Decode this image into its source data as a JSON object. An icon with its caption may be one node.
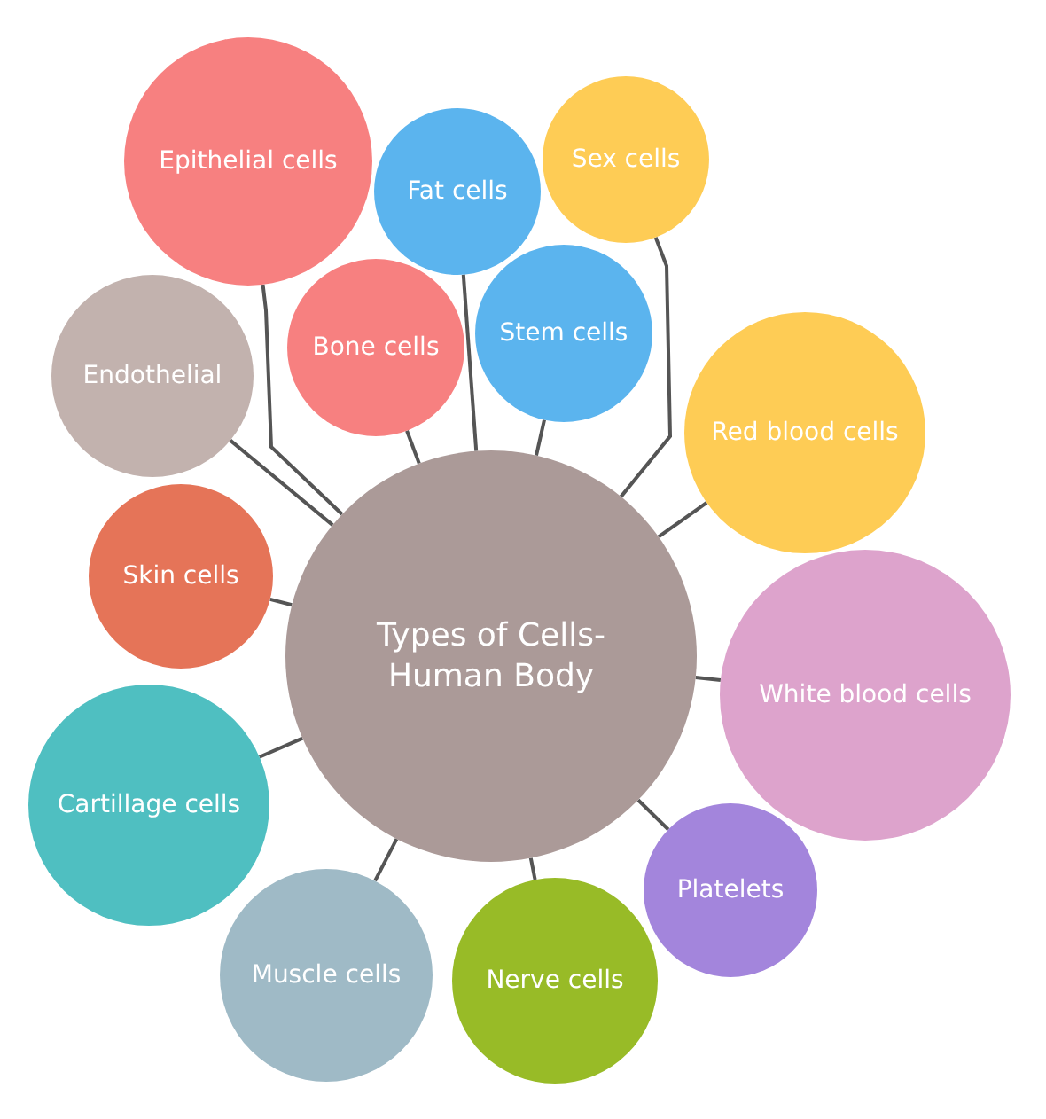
{
  "diagram": {
    "nodes": [
      {
        "text": [
          "Types of Cells- Human Body"
        ]
      },
      {
        "text": [
          "Epithelial cells"
        ]
      },
      {
        "text": [
          "Fat cells"
        ]
      },
      {
        "text": [
          "Sex cells"
        ]
      },
      {
        "text": [
          "Stem cells"
        ]
      },
      {
        "text": [
          "Bone cells"
        ]
      },
      {
        "text": [
          "Endothelial"
        ]
      },
      {
        "text": [
          "Red blood cells"
        ]
      },
      {
        "text": [
          "Skin cells"
        ]
      },
      {
        "text": [
          "White blood cells"
        ]
      },
      {
        "text": [
          "Cartillage cells"
        ]
      },
      {
        "text": [
          "Platelets"
        ]
      },
      {
        "text": [
          "Muscle cells"
        ]
      },
      {
        "text": [
          "Nerve cells"
        ]
      }
    ],
    "edges": [
      {
        "from": 0,
        "to": 1,
        "arrow": "none"
      },
      {
        "from": 0,
        "to": 2,
        "arrow": "none"
      },
      {
        "from": 0,
        "to": 3,
        "arrow": "none"
      },
      {
        "from": 0,
        "to": 4,
        "arrow": "none"
      },
      {
        "from": 0,
        "to": 5,
        "arrow": "none"
      },
      {
        "from": 0,
        "to": 6,
        "arrow": "none"
      },
      {
        "from": 0,
        "to": 7,
        "arrow": "none"
      },
      {
        "from": 0,
        "to": 8,
        "arrow": "none"
      },
      {
        "from": 0,
        "to": 9,
        "arrow": "none"
      },
      {
        "from": 0,
        "to": 10,
        "arrow": "none"
      },
      {
        "from": 0,
        "to": 11,
        "arrow": "none"
      },
      {
        "from": 0,
        "to": 12,
        "arrow": "none"
      },
      {
        "from": 0,
        "to": 13,
        "arrow": "none"
      }
    ]
  }
}
